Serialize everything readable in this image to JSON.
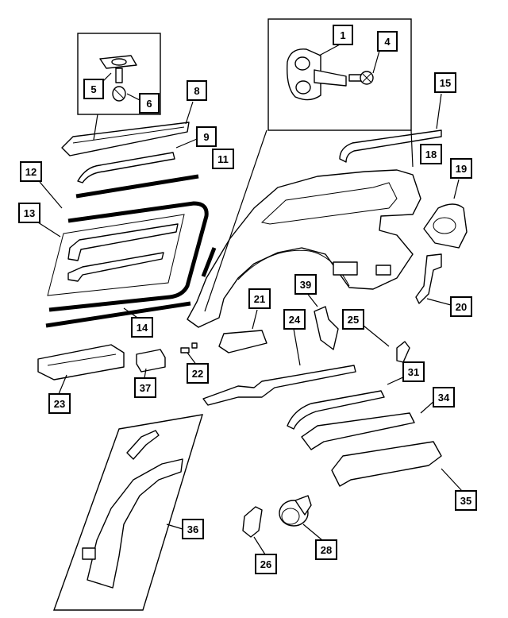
{
  "diagram": {
    "type": "exploded-parts-diagram",
    "colors": {
      "line": "#000000",
      "background": "#ffffff"
    },
    "callouts": [
      {
        "id": "c1",
        "label": "1"
      },
      {
        "id": "c4",
        "label": "4"
      },
      {
        "id": "c5",
        "label": "5"
      },
      {
        "id": "c6",
        "label": "6"
      },
      {
        "id": "c8",
        "label": "8"
      },
      {
        "id": "c9",
        "label": "9"
      },
      {
        "id": "c11",
        "label": "11"
      },
      {
        "id": "c12",
        "label": "12"
      },
      {
        "id": "c13",
        "label": "13"
      },
      {
        "id": "c14",
        "label": "14"
      },
      {
        "id": "c15",
        "label": "15"
      },
      {
        "id": "c18",
        "label": "18"
      },
      {
        "id": "c19",
        "label": "19"
      },
      {
        "id": "c20",
        "label": "20"
      },
      {
        "id": "c21",
        "label": "21"
      },
      {
        "id": "c22",
        "label": "22"
      },
      {
        "id": "c23",
        "label": "23"
      },
      {
        "id": "c24",
        "label": "24"
      },
      {
        "id": "c25",
        "label": "25"
      },
      {
        "id": "c26",
        "label": "26"
      },
      {
        "id": "c28",
        "label": "28"
      },
      {
        "id": "c31",
        "label": "31"
      },
      {
        "id": "c34",
        "label": "34"
      },
      {
        "id": "c35",
        "label": "35"
      },
      {
        "id": "c36",
        "label": "36"
      },
      {
        "id": "c37",
        "label": "37"
      },
      {
        "id": "c39",
        "label": "39"
      }
    ]
  }
}
